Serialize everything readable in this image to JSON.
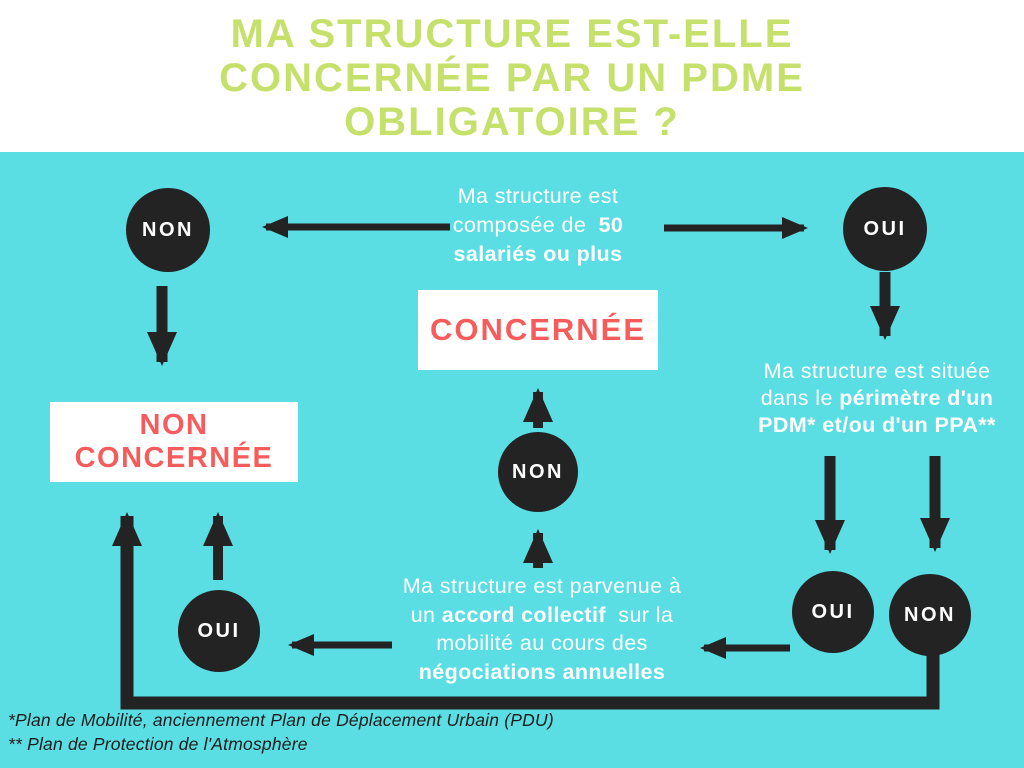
{
  "title": {
    "line1": "MA STRUCTURE EST-ELLE",
    "line2": "CONCERNÉE PAR UN PDME",
    "line3": "OBLIGATOIRE ?"
  },
  "colors": {
    "panel": "#5adee3",
    "title_green": "#c6e06c",
    "alert_red": "#f65c5c",
    "ink": "#232323",
    "node_text": "#ffffff",
    "bg": "#ffffff"
  },
  "flow": {
    "q_employees": {
      "l1": "Ma structure est",
      "l2a": "composée de",
      "l2b": "50",
      "l3": "salariés ou plus"
    },
    "q_perimeter": {
      "l1": "Ma structure est située",
      "l2a": "dans le",
      "l2b": "périmètre d'un",
      "l3": "PDM* et/ou d'un PPA**"
    },
    "q_agreement": {
      "l1": "Ma structure est parvenue à",
      "l2a": "un",
      "l2b": "accord collectif",
      "l2c": "sur la",
      "l3": "mobilité au cours des",
      "l4": "négociations annuelles"
    },
    "labels": {
      "yes": "OUI",
      "no": "NON"
    },
    "result_concerned": "CONCERNÉE",
    "result_not_concerned": {
      "l1": "NON",
      "l2": "CONCERNÉE"
    }
  },
  "footnotes": {
    "line1": "*Plan de Mobilité, anciennement Plan de Déplacement Urbain (PDU)",
    "line2": "** Plan de Protection de l'Atmosphère"
  }
}
